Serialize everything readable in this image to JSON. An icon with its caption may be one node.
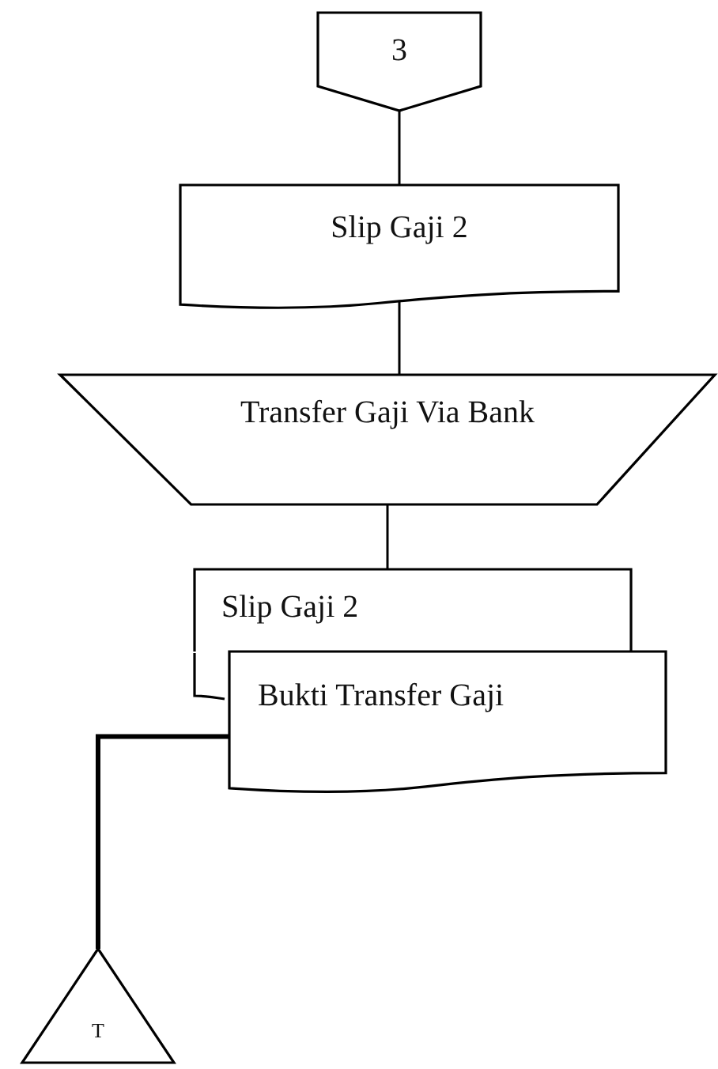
{
  "diagram": {
    "nodes": [
      {
        "text": [
          "3"
        ]
      },
      {
        "text": [
          "Slip Gaji 2"
        ]
      },
      {
        "text": [
          "Transfer Gaji Via Bank"
        ]
      },
      {
        "text": [
          "Slip Gaji 2"
        ]
      },
      {
        "text": [
          "Bukti Transfer Gaji"
        ]
      },
      {
        "text": [
          "T"
        ]
      }
    ],
    "edges": [
      {
        "from": 0,
        "to": 1,
        "arrow": "none"
      },
      {
        "from": 1,
        "to": 2,
        "arrow": "none"
      },
      {
        "from": 2,
        "to": 3,
        "arrow": "none"
      },
      {
        "from": 4,
        "to": 5,
        "arrow": "none",
        "style": "thick"
      }
    ]
  }
}
